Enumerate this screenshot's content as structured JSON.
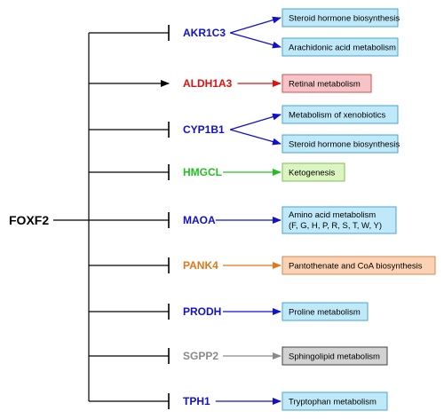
{
  "root": "FOXF2",
  "colors": {
    "blue": "#1010d0",
    "red": "#e01010",
    "green": "#20c020",
    "orange": "#e07818",
    "gray": "#8a8a8a",
    "box_blue_fill": "#bfe9f8",
    "box_blue_stroke": "#4aa3c9",
    "box_red_fill": "#f6c3c6",
    "box_red_stroke": "#d05050",
    "box_green_fill": "#dcf5c0",
    "box_green_stroke": "#7cbf50",
    "box_orange_fill": "#fbd2b4",
    "box_orange_stroke": "#d08850",
    "box_gray_fill": "#d2d2d2",
    "box_gray_stroke": "#404040"
  },
  "branches": [
    {
      "gene": "AKR1C3",
      "color": "blue",
      "edge": "inhibit",
      "pathways": [
        {
          "lines": [
            "Steroid hormone biosynthesis"
          ],
          "style": "blue"
        },
        {
          "lines": [
            "Arachidonic acid metabolism"
          ],
          "style": "blue"
        }
      ]
    },
    {
      "gene": "ALDH1A3",
      "color": "red",
      "edge": "activate",
      "pathways": [
        {
          "lines": [
            "Retinal metabolism"
          ],
          "style": "red"
        }
      ]
    },
    {
      "gene": "CYP1B1",
      "color": "blue",
      "edge": "inhibit",
      "pathways": [
        {
          "lines": [
            "Metabolism of xenobiotics"
          ],
          "style": "blue"
        },
        {
          "lines": [
            "Steroid hormone biosynthesis"
          ],
          "style": "blue"
        }
      ]
    },
    {
      "gene": "HMGCL",
      "color": "green",
      "edge": "inhibit",
      "pathways": [
        {
          "lines": [
            "Ketogenesis"
          ],
          "style": "green"
        }
      ]
    },
    {
      "gene": "MAOA",
      "color": "blue",
      "edge": "inhibit",
      "pathways": [
        {
          "lines": [
            "Amino acid metabolism",
            "(F, G, H, P, R, S, T, W, Y)"
          ],
          "style": "blue"
        }
      ]
    },
    {
      "gene": "PANK4",
      "color": "orange",
      "edge": "inhibit",
      "pathways": [
        {
          "lines": [
            "Pantothenate and CoA biosynthesis"
          ],
          "style": "orange"
        }
      ]
    },
    {
      "gene": "PRODH",
      "color": "blue",
      "edge": "inhibit",
      "pathways": [
        {
          "lines": [
            "Proline metabolism"
          ],
          "style": "blue"
        }
      ]
    },
    {
      "gene": "SGPP2",
      "color": "gray",
      "edge": "inhibit",
      "pathways": [
        {
          "lines": [
            "Sphingolipid metabolism"
          ],
          "style": "gray"
        }
      ]
    },
    {
      "gene": "TPH1",
      "color": "blue",
      "edge": "inhibit",
      "pathways": [
        {
          "lines": [
            "Tryptophan metabolism"
          ],
          "style": "blue"
        }
      ]
    }
  ]
}
